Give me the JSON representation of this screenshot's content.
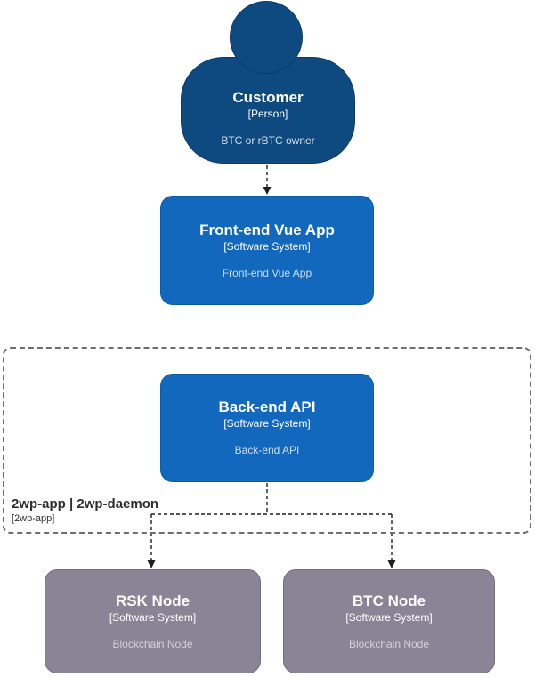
{
  "diagram": {
    "person": {
      "title": "Customer",
      "type": "[Person]",
      "description": "BTC or rBTC owner"
    },
    "frontend": {
      "title": "Front-end Vue App",
      "type": "[Software System]",
      "description": "Front-end Vue App"
    },
    "group": {
      "label": "2wp-app | 2wp-daemon",
      "sublabel": "[2wp-app]"
    },
    "backend": {
      "title": "Back-end API",
      "type": "[Software System]",
      "description": "Back-end API"
    },
    "rsk_node": {
      "title": "RSK Node",
      "type": "[Software System]",
      "description": "Blockchain Node"
    },
    "btc_node": {
      "title": "BTC Node",
      "type": "[Software System]",
      "description": "Blockchain Node"
    },
    "relationships": [
      {
        "from": "Customer",
        "to": "Front-end Vue App"
      },
      {
        "from": "Back-end API",
        "to": "RSK Node"
      },
      {
        "from": "Back-end API",
        "to": "BTC Node"
      }
    ]
  },
  "colors": {
    "person_fill": "#0E4A80",
    "person_border": "#0A3A66",
    "system_fill": "#1168BD",
    "system_border": "#0D5AA6",
    "external_fill": "#8B8496",
    "external_border": "#746D81",
    "connector": "#1F1F1F",
    "group_border": "#6E6E6E",
    "label_text": "#2F2F2F"
  }
}
